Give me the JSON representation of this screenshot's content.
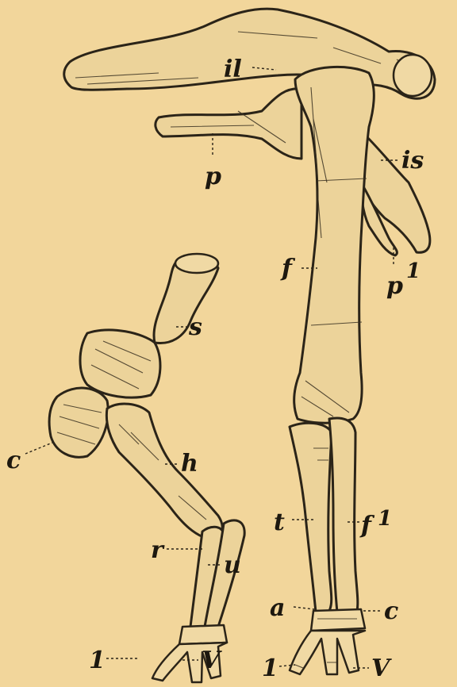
{
  "plate": {
    "background": "#f2d69b",
    "ink": "#2b2418"
  },
  "hindlimb_labels": {
    "ilium": "il",
    "pubis": "p",
    "ischium": "is",
    "postpubis": "p",
    "postpubis_superscript": "1",
    "femur": "f",
    "fibula": "f",
    "fibula_superscript": "1",
    "tibia": "t",
    "astragalus": "a",
    "calcaneum": "c",
    "digit_first": "1",
    "digit_fifth": "V"
  },
  "forelimb_labels": {
    "scapula": "s",
    "coracoid": "c",
    "humerus": "h",
    "radius": "r",
    "ulna": "u",
    "digit_first": "1",
    "digit_fifth": "V"
  }
}
